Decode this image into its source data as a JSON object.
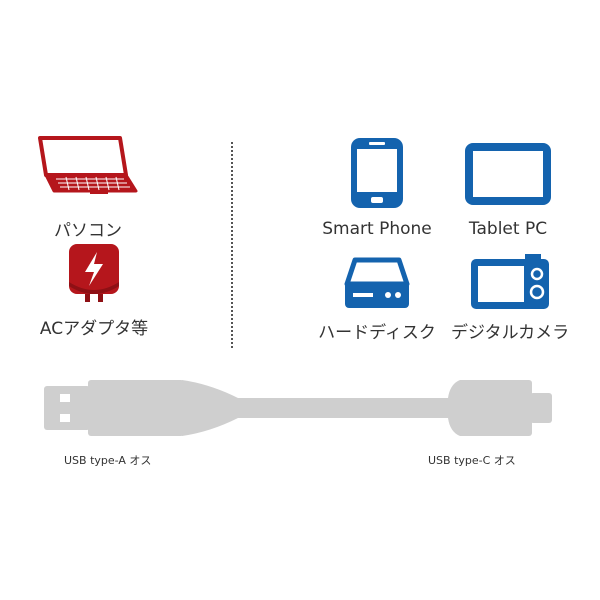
{
  "left_devices": [
    {
      "label": "パソコン",
      "icon": "laptop-icon"
    },
    {
      "label": "ACアダプタ等",
      "icon": "ac-adapter-icon"
    }
  ],
  "right_devices": [
    {
      "label": "Smart Phone",
      "icon": "smartphone-icon"
    },
    {
      "label": "Tablet PC",
      "icon": "tablet-icon"
    },
    {
      "label": "ハードディスク",
      "icon": "hard-disk-icon"
    },
    {
      "label": "デジタルカメラ",
      "icon": "digital-camera-icon"
    }
  ],
  "cable": {
    "left_connector_label": "USB type-A オス",
    "right_connector_label": "USB type-C オス"
  },
  "colors": {
    "left_icon": "#b5161c",
    "right_icon": "#1463ae",
    "cable": "#cfcfcf",
    "divider": "#555555"
  }
}
